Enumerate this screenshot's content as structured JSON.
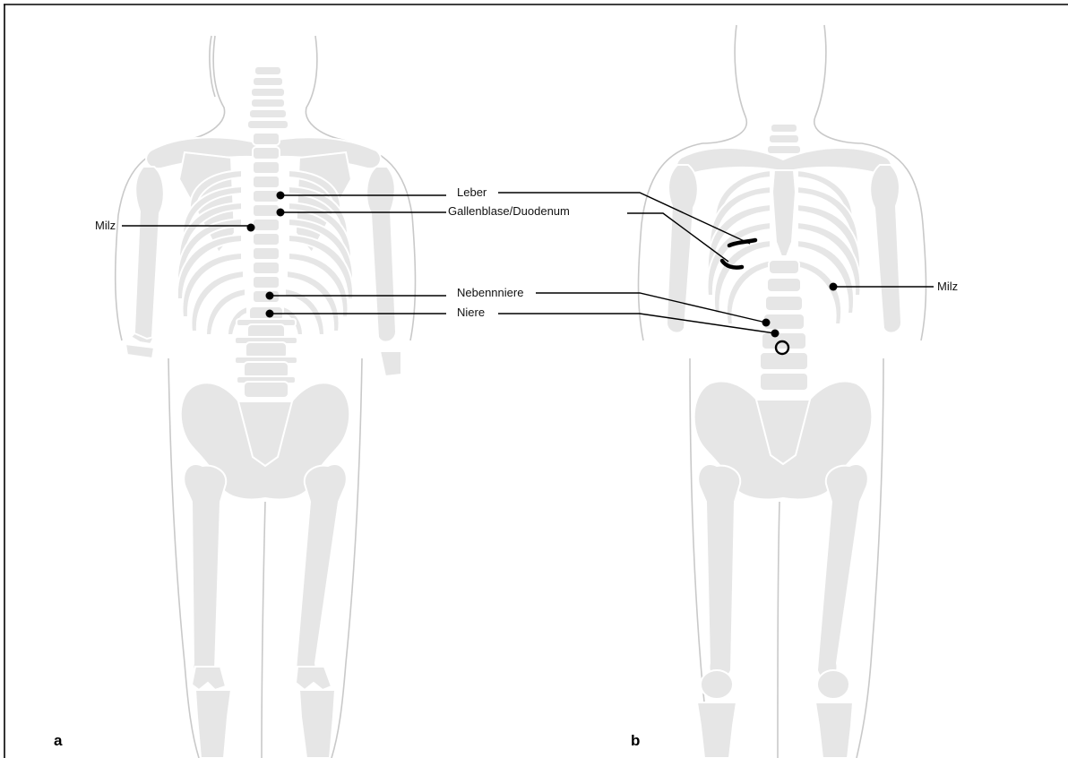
{
  "labels": {
    "milz_a": "Milz",
    "leber": "Leber",
    "gallenblase": "Gallenblase/Duodenum",
    "nebenniere": "Nebennniere",
    "niere": "Niere",
    "milz_b": "Milz"
  },
  "panels": {
    "a": "a",
    "b": "b"
  },
  "colors": {
    "bone": "#e6e6e6",
    "outline": "#c9c9c9",
    "marker": "#000000"
  }
}
